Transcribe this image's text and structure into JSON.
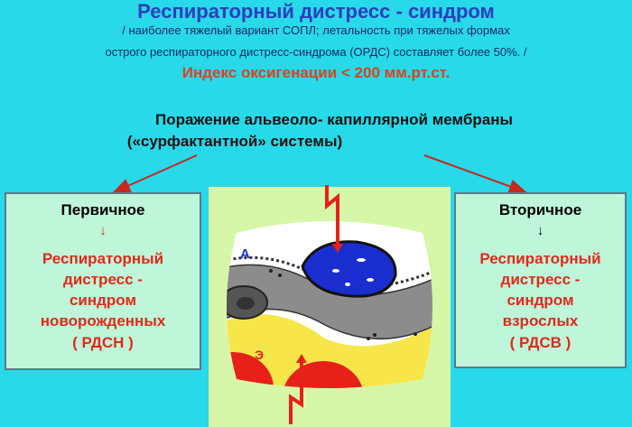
{
  "header": {
    "title": "Респираторный дистресс - синдром",
    "note_line1": "/ наиболее тяжелый вариант СОПЛ; летальность при тяжелых формах",
    "note_line2": "острого респираторного дистресс-синдрома (ОРДС) составляет более 50%. /",
    "oxygenation_index": "Индекс оксигенации < 200 мм.рт.ст."
  },
  "lesion": {
    "line1": "Поражение альвеоло- капиллярной мембраны",
    "line2": "(«сурфактантной» системы)"
  },
  "primary": {
    "heading": "Первичное",
    "arrow": "↓",
    "body": [
      "Респираторный",
      "дистресс -",
      "синдром",
      "новорожденных"
    ],
    "abbr": "( РДСН )"
  },
  "secondary": {
    "heading": "Вторичное",
    "arrow": "↓",
    "body": [
      "Респираторный",
      "дистресс -",
      "синдром",
      "взрослых"
    ],
    "abbr": "( РДСВ )"
  },
  "illustration": {
    "label_a": "А",
    "label_e": "Э"
  },
  "colors": {
    "background": "#27d9e9",
    "title": "#2b3fbf",
    "accent_red": "#e02a1a",
    "box_fill": "#bff5d8"
  }
}
